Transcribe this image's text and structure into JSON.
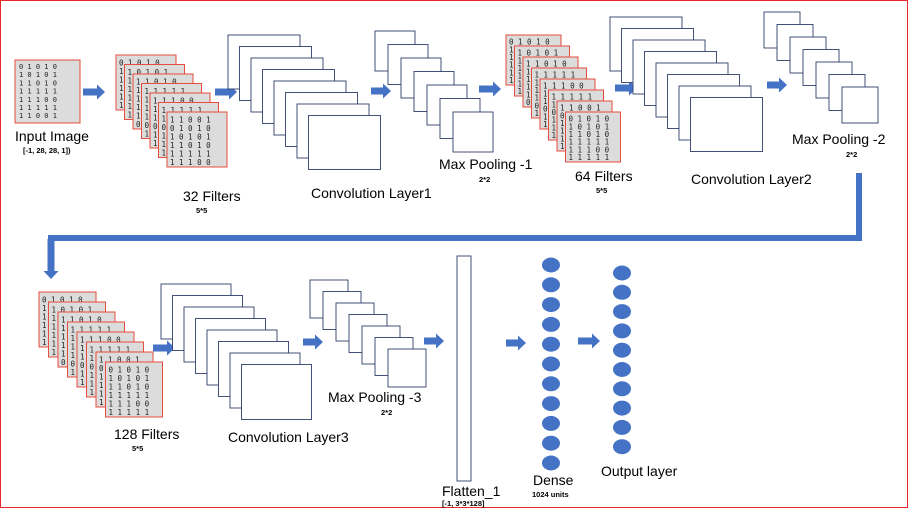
{
  "labels": {
    "input_image": "Input Image",
    "input_shape": "[-1, 28, 28, 1])",
    "filters32": "32 Filters",
    "filters32_size": "5*5",
    "conv1": "Convolution Layer1",
    "maxpool1": "Max Pooling -1",
    "maxpool1_size": "2*2",
    "filters64": "64 Filters",
    "filters64_size": "5*5",
    "conv2": "Convolution Layer2",
    "maxpool2": "Max Pooling -2",
    "maxpool2_size": "2*2",
    "filters128": "128 Filters",
    "filters128_size": "5*5",
    "conv3": "Convolution Layer3",
    "maxpool3": "Max Pooling -3",
    "maxpool3_size": "2*2",
    "flatten": "Flatten_1",
    "flatten_shape": "[-1, 3*3*128]",
    "dense": "Dense",
    "dense_units": "1024 units",
    "output": "Output layer"
  },
  "matrix_rows": [
    "0 1 0 1 0",
    "1 0 1 0 1",
    "1 1 0 1 0",
    "1 1 1 1 1",
    "1 1 1 0 0",
    "1 1 1 1 1",
    "1 1 0 0 1"
  ],
  "colors": {
    "border": "#e8262e",
    "arrow": "#4472c4",
    "node": "#4472c4",
    "matrix_border": "#e74c3c",
    "matrix_fill": "#dcdcdc",
    "layer_stroke": "#2f3f6b"
  }
}
